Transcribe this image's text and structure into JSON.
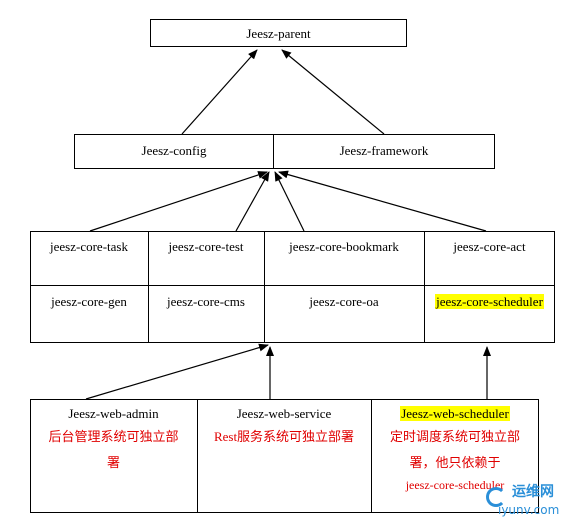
{
  "parent": "Jeesz-parent",
  "config": "Jeesz-config",
  "framework": "Jeesz-framework",
  "core": {
    "task": "jeesz-core-task",
    "test": "jeesz-core-test",
    "bookmark": "jeesz-core-bookmark",
    "act": "jeesz-core-act",
    "gen": "jeesz-core-gen",
    "cms": "jeesz-core-cms",
    "oa": "jeesz-core-oa",
    "scheduler": "jeesz-core-scheduler"
  },
  "web": {
    "admin": {
      "title": "Jeesz-web-admin",
      "desc": "后台管理系统可独立部署"
    },
    "service": {
      "title": "Jeesz-web-service",
      "desc": "Rest服务系统可独立部署"
    },
    "scheduler": {
      "title": "Jeesz-web-scheduler",
      "desc": "定时调度系统可独立部署，他只依赖于",
      "dep": "jeesz-core-scheduler"
    }
  },
  "watermark": {
    "cn": "运维网",
    "url": "iyunv.com"
  },
  "colors": {
    "red": "#e00000",
    "highlight": "#ffff00",
    "watermark": "#2a8fd8"
  }
}
